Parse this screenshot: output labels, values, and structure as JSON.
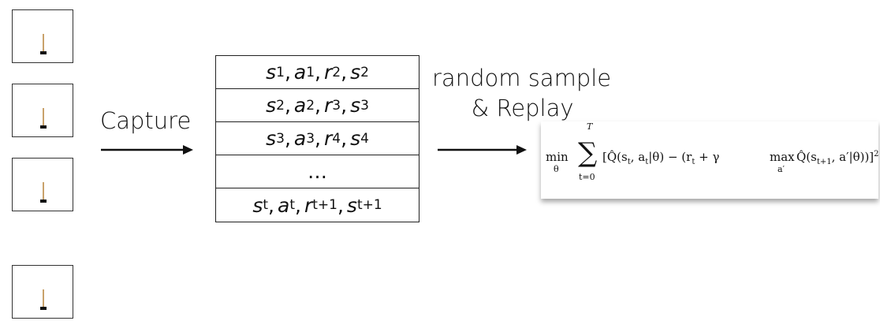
{
  "frames": [
    {
      "name": "cartpole-frame-1"
    },
    {
      "name": "cartpole-frame-2"
    },
    {
      "name": "cartpole-frame-3"
    },
    {
      "name": "cartpole-frame-4"
    }
  ],
  "capture_label": "Capture",
  "replay_label": [
    "random sample",
    "& Replay"
  ],
  "buffer_rows": [
    [
      "s",
      "1",
      "a",
      "1",
      "r",
      "2",
      "s",
      "2"
    ],
    [
      "s",
      "2",
      "a",
      "2",
      "r",
      "3",
      "s",
      "3"
    ],
    [
      "s",
      "3",
      "a",
      "3",
      "r",
      "4",
      "s",
      "4"
    ],
    [
      "…"
    ],
    [
      "s",
      "t",
      "a",
      "t",
      "r",
      "t+1",
      "s",
      "t+1"
    ]
  ],
  "loss": {
    "min": "min",
    "min_sub": "θ",
    "sum_top": "T",
    "sum_bottom": "t=0",
    "body_left": "[Q̂(s",
    "body_left_sub": "t",
    "body_mid": ", a",
    "body_mid_sub": "t",
    "body_mid2": "|θ) − (r",
    "body_mid2_sub": "t",
    "body_mid3": " + γ",
    "max": "max",
    "max_sub": "a′",
    "body_right": "Q̂(s",
    "body_right_sub": "t+1",
    "body_right2": ", a′|θ))]",
    "exponent": "2"
  },
  "colors": {
    "line": "#222222",
    "pole": "#c9a26b",
    "cart": "#111111"
  }
}
